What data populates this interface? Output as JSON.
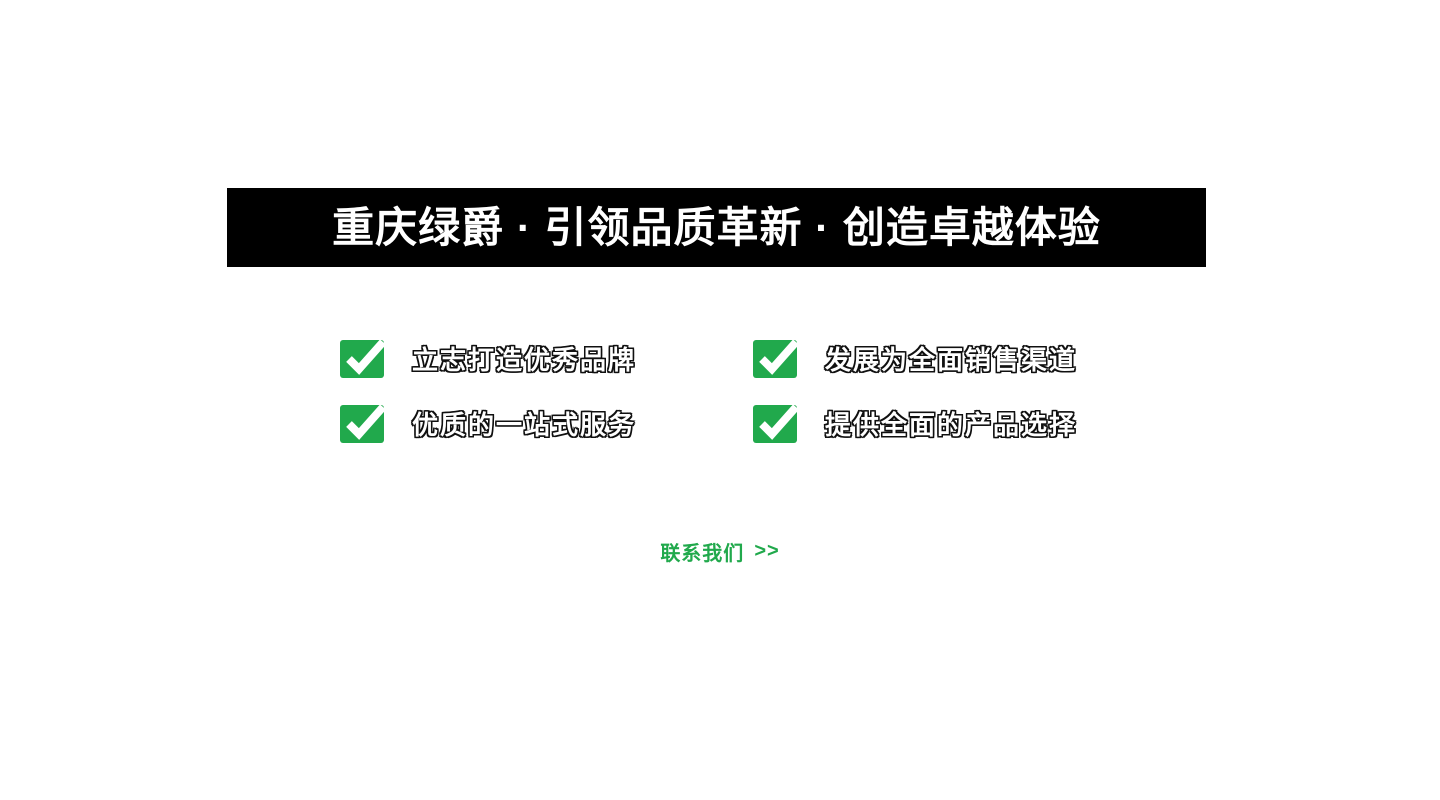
{
  "banner": {
    "title": "重庆绿爵 · 引领品质革新 · 创造卓越体验"
  },
  "features": [
    {
      "label": "立志打造优秀品牌"
    },
    {
      "label": "发展为全面销售渠道"
    },
    {
      "label": "优质的一站式服务"
    },
    {
      "label": "提供全面的产品选择"
    }
  ],
  "cta": {
    "label": "联系我们",
    "arrow": ">>"
  },
  "colors": {
    "accent_green": "#21a94c",
    "banner_bg": "#000000"
  }
}
